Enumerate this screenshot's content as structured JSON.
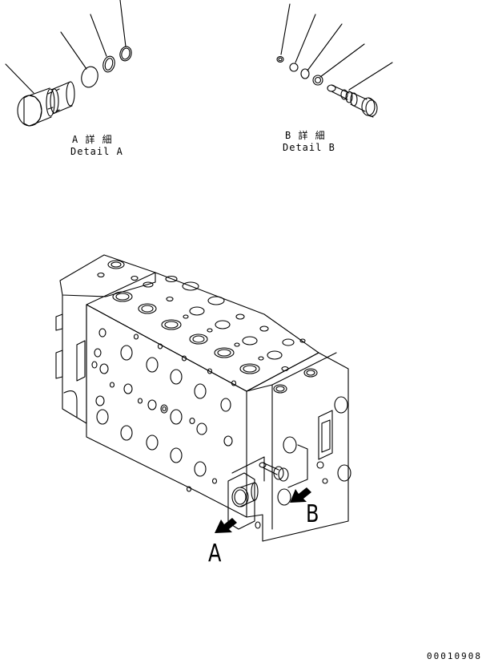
{
  "detail_a": {
    "jp": "A 詳 細",
    "en": "Detail A"
  },
  "detail_b": {
    "jp": "B 詳 細",
    "en": "Detail B"
  },
  "views": {
    "a": "A",
    "b": "B"
  },
  "drawing_number": "00010908"
}
